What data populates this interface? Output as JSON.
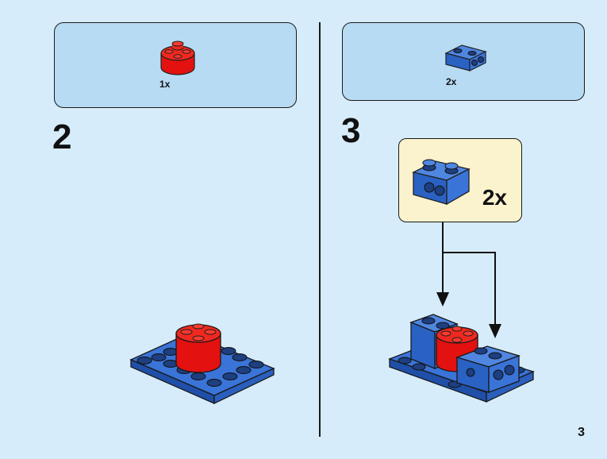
{
  "steps": [
    {
      "number": "2",
      "parts": [
        {
          "qty": "1x",
          "part": "red-round-brick-2x2-icon"
        }
      ]
    },
    {
      "number": "3",
      "parts": [
        {
          "qty": "2x",
          "part": "blue-brick-1x2-with-holes-icon"
        }
      ]
    }
  ],
  "callout": {
    "qty": "2x",
    "part": "blue-brick-1x2-with-holes-icon"
  },
  "page_number": "3",
  "colors": {
    "background": "#d6ecfa",
    "parts_box": "#b7dbf3",
    "callout": "#fbf3cd",
    "blue_brick": "#2a62c4",
    "red_brick": "#e3110f"
  }
}
